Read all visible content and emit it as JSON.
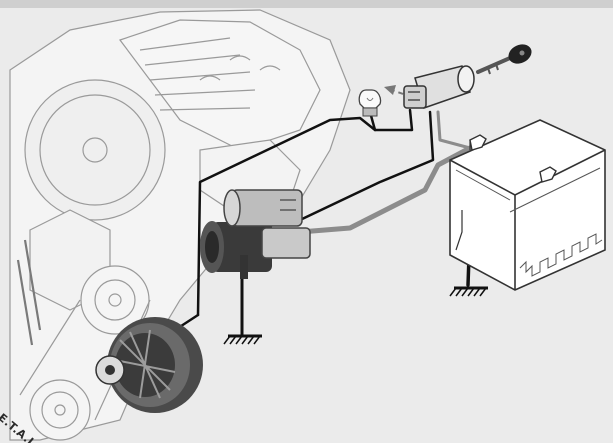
{
  "figure": {
    "watermark": "E.T.A.I",
    "colors": {
      "background": "#ebebeb",
      "top_band": "#cfcfcf",
      "engine_line": "#9a9a9a",
      "wire_black": "#111111",
      "wire_gray": "#8c8c8c",
      "component_dark": "#3a3a3a",
      "arrow": "#777777"
    }
  },
  "components": [
    {
      "id": "engine-block",
      "icon": "engine-block-icon"
    },
    {
      "id": "starter-motor",
      "icon": "starter-motor-icon"
    },
    {
      "id": "alternator",
      "icon": "alternator-icon"
    },
    {
      "id": "battery",
      "icon": "battery-icon"
    },
    {
      "id": "ignition-switch",
      "icon": "ignition-switch-icon"
    },
    {
      "id": "ignition-key",
      "icon": "key-icon"
    },
    {
      "id": "indicator-bulb",
      "icon": "bulb-icon"
    },
    {
      "id": "ground-engine",
      "icon": "ground-symbol-icon"
    },
    {
      "id": "ground-battery",
      "icon": "ground-symbol-icon"
    }
  ]
}
